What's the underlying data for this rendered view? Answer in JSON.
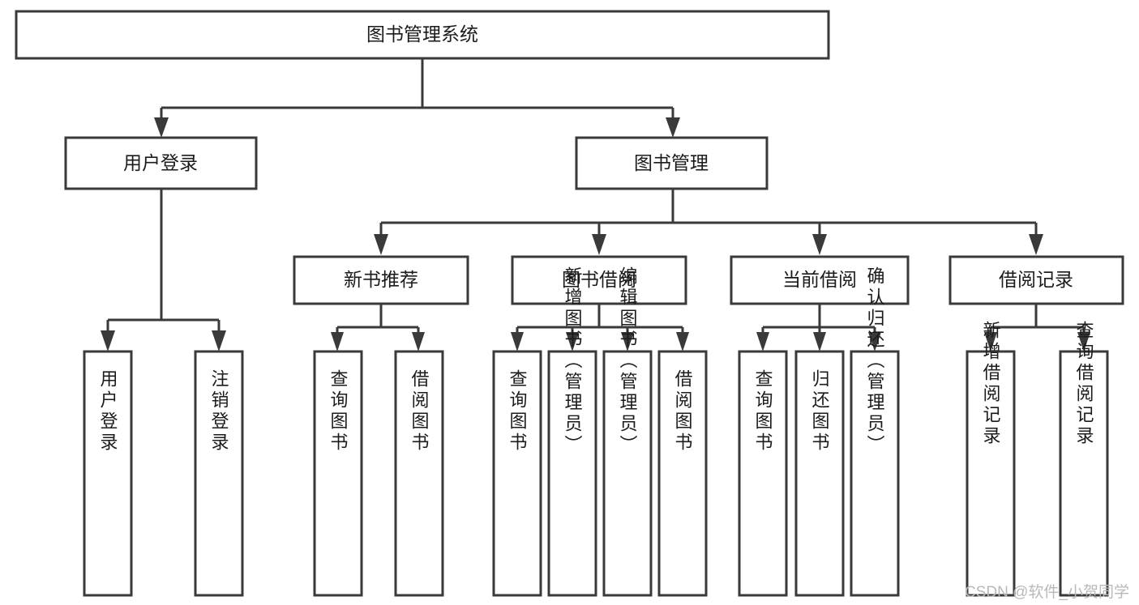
{
  "diagram": {
    "type": "tree-hierarchy",
    "title": "图书管理系统",
    "watermark": "CSDN @软件_小贺同学",
    "colors": {
      "box_stroke": "#3a3a3a",
      "box_fill": "#ffffff",
      "connector": "#3a3a3a",
      "text": "#1b1b1b",
      "watermark": "#b9b9b9",
      "background": "#ffffff"
    },
    "levels": {
      "root": "图书管理系统",
      "level2": [
        "用户登录",
        "图书管理"
      ],
      "level3": [
        "新书推荐",
        "图书借阅",
        "当前借阅",
        "借阅记录"
      ],
      "level4": [
        "用户登录",
        "注销登录",
        "查询图书",
        "借阅图书",
        "查询图书",
        "新增图书（管理员）",
        "编辑图书（管理员）",
        "借阅图书",
        "查询图书",
        "归还图书",
        "确认归还（管理员）",
        "新增借阅记录",
        "查询借阅记录"
      ]
    },
    "nodes": {
      "root": {
        "label": "图书管理系统"
      },
      "user_login": {
        "label": "用户登录"
      },
      "book_mgmt": {
        "label": "图书管理"
      },
      "new_book_rec": {
        "label": "新书推荐"
      },
      "book_borrow": {
        "label": "图书借阅"
      },
      "current_borrow": {
        "label": "当前借阅"
      },
      "borrow_record": {
        "label": "借阅记录"
      },
      "leaf_user_login": {
        "label": "用户登录"
      },
      "leaf_logout": {
        "label": "注销登录"
      },
      "leaf_query_book_1": {
        "label": "查询图书"
      },
      "leaf_borrow_book_1": {
        "label": "借阅图书"
      },
      "leaf_query_book_2": {
        "label": "查询图书"
      },
      "leaf_add_book": {
        "label": "新增图书（管理员）"
      },
      "leaf_edit_book": {
        "label": "编辑图书（管理员）"
      },
      "leaf_borrow_book_2": {
        "label": "借阅图书"
      },
      "leaf_query_book_3": {
        "label": "查询图书"
      },
      "leaf_return_book": {
        "label": "归还图书"
      },
      "leaf_confirm_return": {
        "label": "确认归还（管理员）"
      },
      "leaf_add_record": {
        "label": "新增借阅记录"
      },
      "leaf_query_record": {
        "label": "查询借阅记录"
      }
    }
  }
}
